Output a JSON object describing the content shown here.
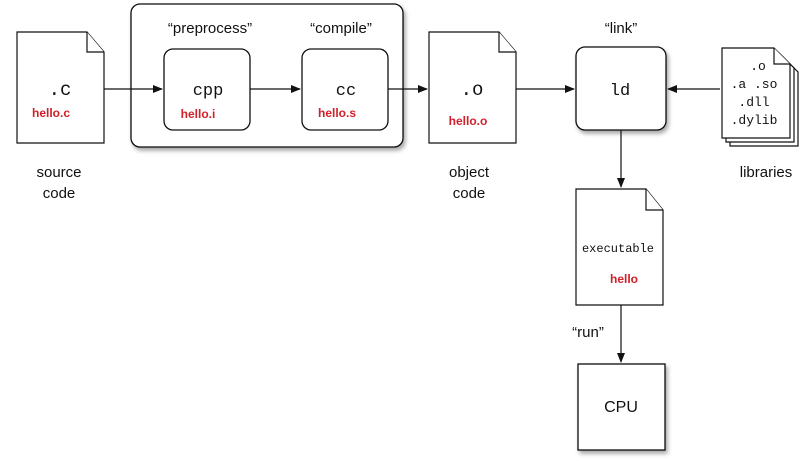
{
  "source": {
    "ext": ".c",
    "file": "hello.c",
    "caption_line1": "source",
    "caption_line2": "code"
  },
  "preprocess": {
    "label": "“preprocess”",
    "tool": "cpp",
    "file": "hello.i"
  },
  "compile": {
    "label": "“compile”",
    "tool": "cc",
    "file": "hello.s"
  },
  "object": {
    "ext": ".o",
    "file": "hello.o",
    "caption_line1": "object",
    "caption_line2": "code"
  },
  "link": {
    "label": "“link”",
    "tool": "ld"
  },
  "libraries": {
    "line1": ".o",
    "line2": ".a .so",
    "line3": ".dll",
    "line4": ".dylib",
    "caption": "libraries"
  },
  "executable": {
    "label": "executable",
    "file": "hello"
  },
  "run": {
    "label": "“run”"
  },
  "cpu": {
    "label": "CPU"
  },
  "colors": {
    "filename_red": "#d0202a",
    "stroke": "#111111"
  }
}
